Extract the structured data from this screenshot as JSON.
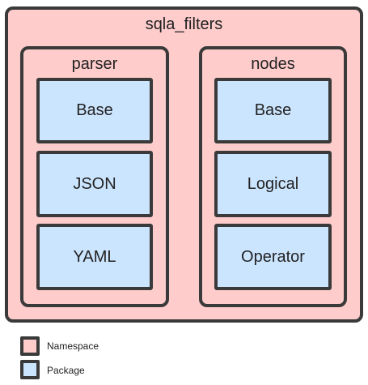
{
  "diagram": {
    "root": {
      "label": "sqla_filters"
    },
    "groups": [
      {
        "label": "parser",
        "packages": [
          "Base",
          "JSON",
          "YAML"
        ]
      },
      {
        "label": "nodes",
        "packages": [
          "Base",
          "Logical",
          "Operator"
        ]
      }
    ]
  },
  "legend": {
    "items": [
      {
        "label": "Namespace",
        "color": "#ffcccc"
      },
      {
        "label": "Package",
        "color": "#cce5ff"
      }
    ]
  },
  "colors": {
    "namespace_fill": "#ffcccc",
    "package_fill": "#cce5ff",
    "border": "#3a3a3a"
  }
}
